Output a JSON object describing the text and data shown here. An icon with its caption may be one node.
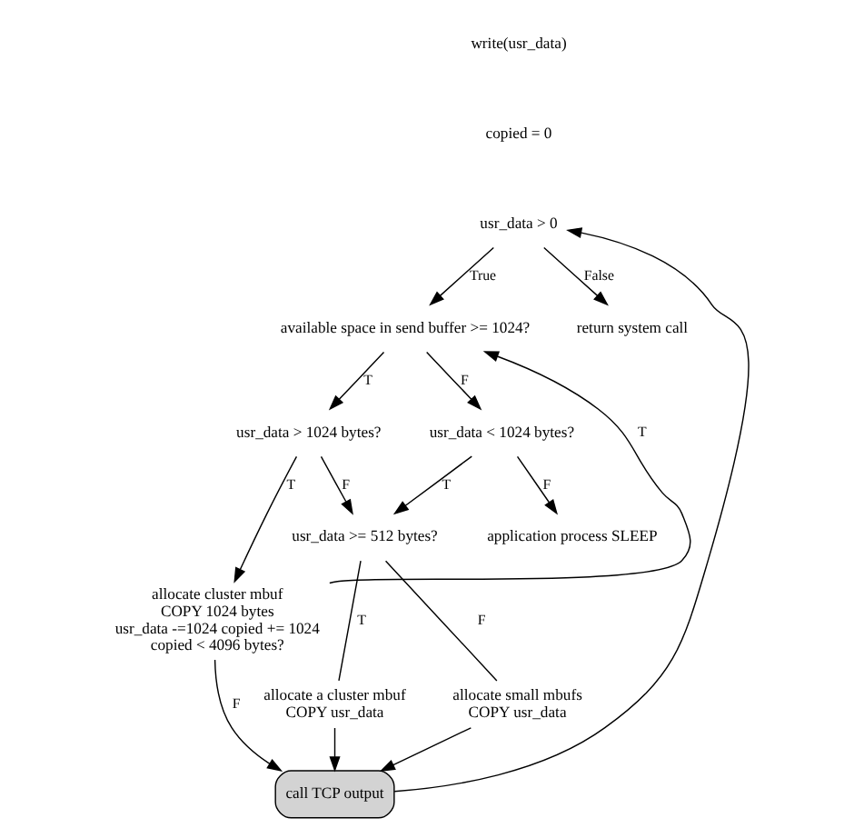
{
  "diagram": {
    "nodes": [
      {
        "text": [
          "usr_data > 0"
        ]
      },
      {
        "text": [
          "available space in send buffer >= 1024?"
        ]
      },
      {
        "text": [
          "return system call"
        ]
      },
      {
        "text": [
          "usr_data > 1024 bytes?"
        ]
      },
      {
        "text": [
          "usr_data < 1024 bytes?"
        ]
      },
      {
        "text": [
          "allocate cluster mbuf",
          "COPY 1024 bytes",
          "usr_data -=1024 copied += 1024",
          "copied < 4096 bytes?"
        ]
      },
      {
        "text": [
          "usr_data >= 512 bytes?"
        ]
      },
      {
        "text": [
          "application process SLEEP"
        ]
      },
      {
        "text": [
          "allocate a cluster mbuf",
          "COPY usr_data"
        ]
      },
      {
        "text": [
          "allocate small mbufs",
          "COPY usr_data"
        ]
      },
      {
        "text": [
          "call TCP output"
        ]
      }
    ],
    "edges": [
      {
        "from": 0,
        "to": 1,
        "arrow": "to",
        "label": "True"
      },
      {
        "from": 0,
        "to": 2,
        "arrow": "to",
        "label": "False"
      },
      {
        "from": 1,
        "to": 3,
        "arrow": "to",
        "label": "T"
      },
      {
        "from": 1,
        "to": 4,
        "arrow": "to",
        "label": "F"
      },
      {
        "from": 3,
        "to": 5,
        "arrow": "to",
        "label": "T"
      },
      {
        "from": 3,
        "to": 6,
        "arrow": "to",
        "label": "F"
      },
      {
        "from": 4,
        "to": 6,
        "arrow": "to",
        "label": "T"
      },
      {
        "from": 4,
        "to": 7,
        "arrow": "to",
        "label": "F"
      },
      {
        "from": 6,
        "to": 8,
        "arrow": "none",
        "label": "T"
      },
      {
        "from": 6,
        "to": 9,
        "arrow": "none",
        "label": "F"
      },
      {
        "from": 5,
        "to": 1,
        "arrow": "to",
        "label": "T"
      },
      {
        "from": 5,
        "to": 10,
        "arrow": "to",
        "label": "F"
      },
      {
        "from": 8,
        "to": 10,
        "arrow": "to"
      },
      {
        "from": 9,
        "to": 10,
        "arrow": "to"
      },
      {
        "from": 10,
        "to": 0,
        "arrow": "to"
      }
    ],
    "labels": [
      "write(usr_data)",
      "copied = 0"
    ]
  }
}
